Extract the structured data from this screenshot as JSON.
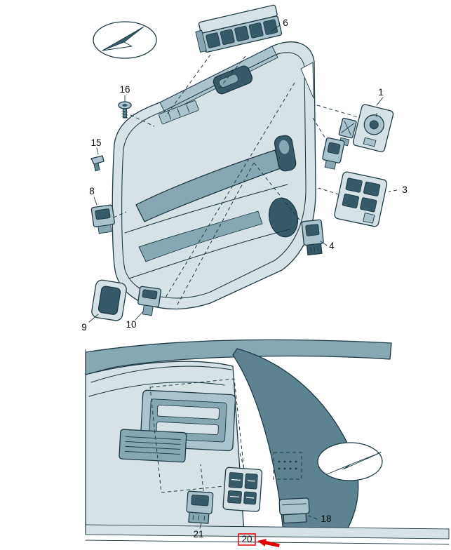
{
  "diagram": {
    "kind": "exploded-parts-diagram",
    "part_labels": {
      "p1": "1",
      "p3": "3",
      "p4": "4",
      "p6": "6",
      "p8": "8",
      "p9": "9",
      "p10": "10",
      "p15": "15",
      "p16": "16",
      "p18": "18",
      "p20": "20",
      "p21": "21"
    },
    "highlighted_part_label": "20",
    "colors": {
      "highlight": "#e30000",
      "outline": "#1d3a44",
      "panel_light": "#d6e2e6",
      "panel_mid": "#aac3cc",
      "panel_mid2": "#87a8b3",
      "panel_dark": "#5d8290",
      "panel_deep": "#365a67",
      "paper": "#ffffff"
    }
  }
}
